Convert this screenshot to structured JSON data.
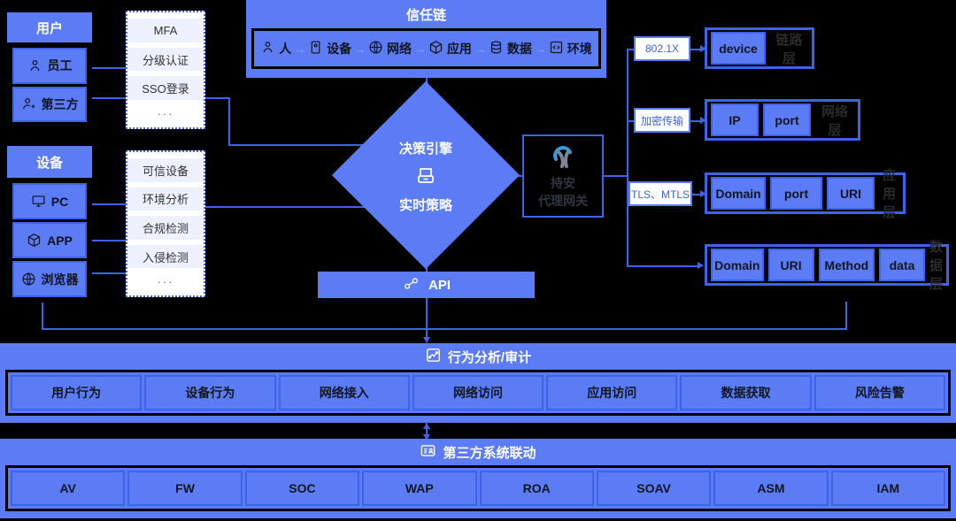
{
  "trust_chain": {
    "title": "信任链",
    "items": [
      {
        "label": "人",
        "icon": "person-icon"
      },
      {
        "label": "设备",
        "icon": "device-icon"
      },
      {
        "label": "网络",
        "icon": "network-globe-icon"
      },
      {
        "label": "应用",
        "icon": "app-cube-icon"
      },
      {
        "label": "数据",
        "icon": "database-icon"
      },
      {
        "label": "环境",
        "icon": "environment-icon"
      }
    ],
    "arrow": "→"
  },
  "user_group": {
    "title": "用户",
    "items": [
      {
        "label": "员工",
        "icon": "person-icon"
      },
      {
        "label": "第三方",
        "icon": "person-plus-icon"
      }
    ]
  },
  "device_group": {
    "title": "设备",
    "items": [
      {
        "label": "PC",
        "icon": "monitor-icon"
      },
      {
        "label": "APP",
        "icon": "app-cube-icon"
      },
      {
        "label": "浏览器",
        "icon": "browser-globe-icon"
      }
    ]
  },
  "auth_panel": {
    "items": [
      "MFA",
      "分级认证",
      "SSO登录"
    ],
    "more": "···"
  },
  "device_panel": {
    "items": [
      "可信设备",
      "环境分析",
      "合规检测",
      "入侵检测"
    ],
    "more": "···"
  },
  "decision": {
    "top_label": "决策引擎",
    "bottom_label": "实时策略",
    "icon": "policy-doc-icon"
  },
  "gateway": {
    "name_line1": "持安",
    "name_line2": "代理网关",
    "icon": "chian-logo-icon"
  },
  "api": {
    "label": "API",
    "icon": "link-chain-icon"
  },
  "protocols": [
    {
      "label": "802.1X",
      "layer_name": "链路层",
      "fields": [
        {
          "text": "device",
          "w": 58
        }
      ]
    },
    {
      "label": "加密传输",
      "layer_name": "网络层",
      "fields": [
        {
          "text": "IP",
          "w": 50
        },
        {
          "text": "port",
          "w": 50
        }
      ]
    },
    {
      "label": "TLS、MTLS",
      "layer_name": "应用层",
      "fields": [
        {
          "text": "Domain",
          "w": 58
        },
        {
          "text": "port",
          "w": 55
        },
        {
          "text": "URI",
          "w": 50
        }
      ]
    },
    {
      "label": "",
      "layer_name": "数据层",
      "fields": [
        {
          "text": "Domain",
          "w": 58
        },
        {
          "text": "URI",
          "w": 50
        },
        {
          "text": "Method",
          "w": 62
        },
        {
          "text": "data",
          "w": 50
        }
      ]
    }
  ],
  "behavior_band": {
    "title": "行为分析/审计",
    "icon": "chart-analysis-icon",
    "cells": [
      "用户行为",
      "设备行为",
      "网络接入",
      "网络访问",
      "应用访问",
      "数据获取",
      "风险告警"
    ]
  },
  "thirdparty_band": {
    "title": "第三方系统联动",
    "icon": "contact-card-icon",
    "cells": [
      "AV",
      "FW",
      "SOC",
      "WAP",
      "ROA",
      "SOAV",
      "ASM",
      "IAM"
    ]
  },
  "colors": {
    "primary_blue": "#5b7cf5",
    "border_blue": "#3f63e8",
    "background": "#000000",
    "panel_white": "#ffffff",
    "chip_light": "#edf1fd"
  }
}
